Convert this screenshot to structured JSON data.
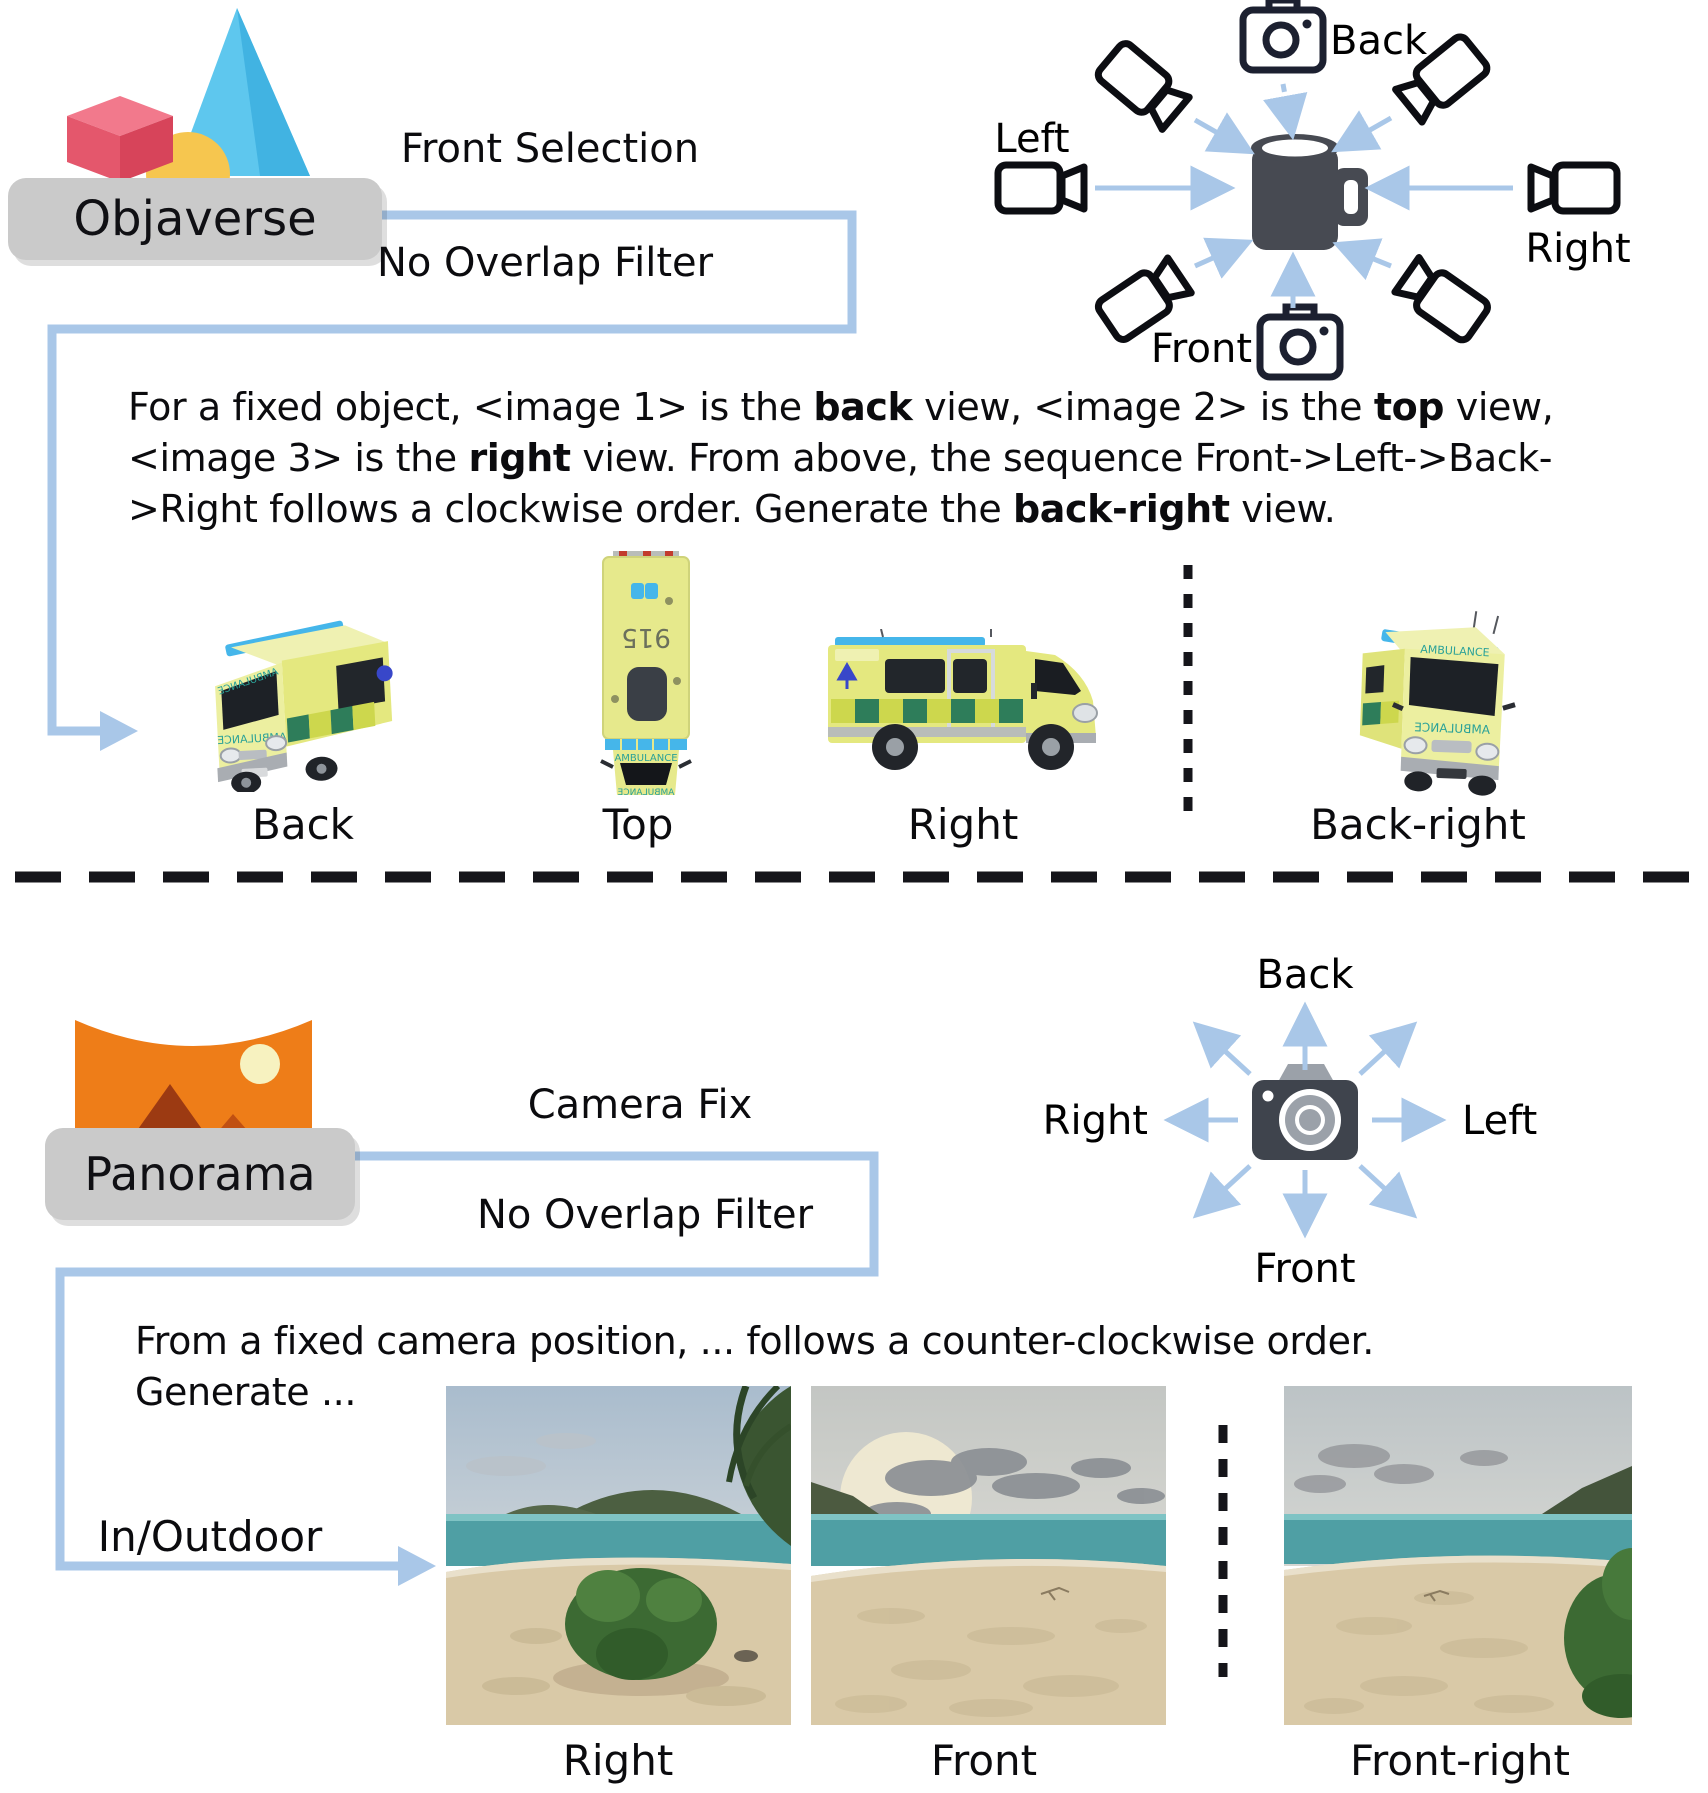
{
  "sections": {
    "objaverse": {
      "label": "Objaverse",
      "step1": "Front Selection",
      "step2": "No Overlap Filter",
      "diagram_labels": {
        "back": "Back",
        "left": "Left",
        "right": "Right",
        "front": "Front"
      },
      "prompt": {
        "s1": "For a fixed object, <image 1> is the ",
        "b1": "back",
        "s2": " view, <image 2> is the ",
        "b2": "top",
        "s3": " view, <image 3> is the ",
        "b3": "right",
        "s4": " view. From above, the sequence Front->Left->Back->Right follows a clockwise order. Generate the ",
        "b4": "back-right",
        "s5": " view."
      },
      "ambulance_markings": {
        "side": "AMBULANCE",
        "roof": "915"
      },
      "views": [
        {
          "label": "Back"
        },
        {
          "label": "Top"
        },
        {
          "label": "Right"
        },
        {
          "label": "Back-right"
        }
      ]
    },
    "panorama": {
      "label": "Panorama",
      "step1": "Camera Fix",
      "step2": "No Overlap Filter",
      "diagram_labels": {
        "back": "Back",
        "left": "Left",
        "right": "Right",
        "front": "Front"
      },
      "prompt": {
        "line1": "From a fixed camera position, ... follows a counter-clockwise order.",
        "line2": "Generate ..."
      },
      "side_label": "In/Outdoor",
      "views": [
        {
          "label": "Right"
        },
        {
          "label": "Front"
        },
        {
          "label": "Front-right"
        }
      ]
    }
  },
  "accents": {
    "connector_blue": "#a9c7e8",
    "badge_gray": "#cacaca",
    "icon_dark": "#3f444d",
    "ambulance_yellow": "#e4e87f",
    "ambulance_green": "#2e7d5a",
    "lightbar_blue": "#45b6ea",
    "sea_teal": "#4f9fa4",
    "sand": "#d9c9a7"
  }
}
